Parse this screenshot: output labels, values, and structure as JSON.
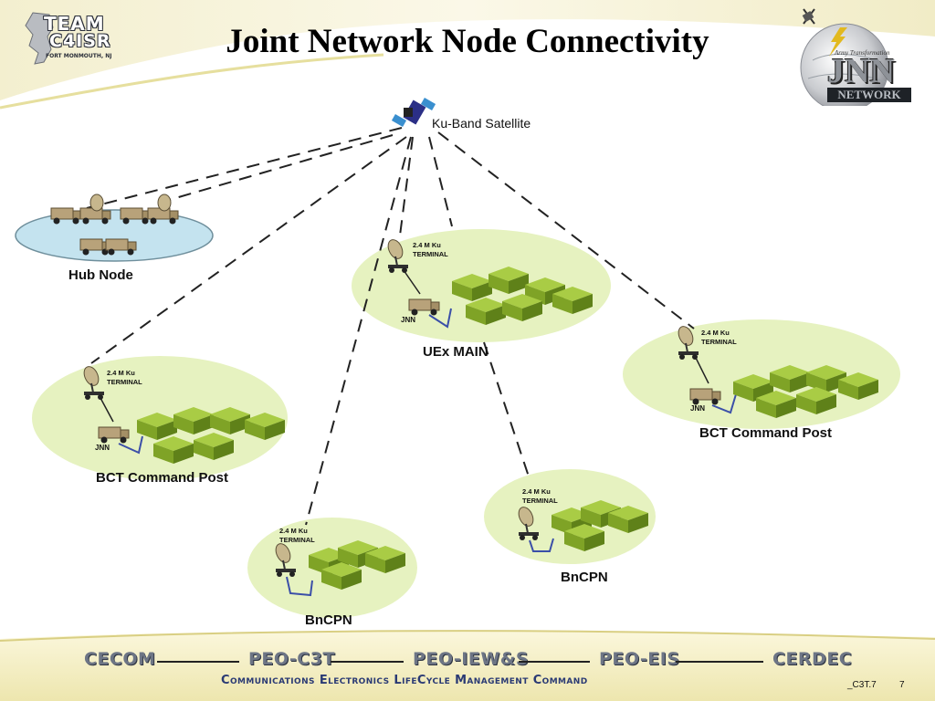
{
  "slide": {
    "title": "Joint Network Node Connectivity"
  },
  "logo_left": {
    "line1": "TEAM",
    "line2": "C4ISR",
    "line3": "FORT MONMOUTH, NJ"
  },
  "logo_right": {
    "caption": "Army Transformation",
    "brand": "JNN",
    "sub": "NETWORK"
  },
  "diagram": {
    "satellite_label": "Ku-Band Satellite",
    "hub_label": "Hub Node",
    "terminal_label_1": "2.4 M Ku",
    "terminal_label_2": "TERMINAL",
    "jnn_label": "JNN",
    "nodes": {
      "uex_main": "UEx MAIN",
      "bct_left": "BCT Command Post",
      "bct_right": "BCT Command Post",
      "bncpn_left": "BnCPN",
      "bncpn_right": "BnCPN"
    },
    "colors": {
      "node_fill": "#e6f2c0",
      "hub_fill": "#c4e3ef",
      "tent_green": "#7fa326",
      "cable_blue": "#3b4fa8",
      "link_dash": "#222222"
    }
  },
  "footer": {
    "orgs": [
      "CECOM",
      "PEO-C3T",
      "PEO-IEW&S",
      "PEO-EIS",
      "CERDEC"
    ],
    "subtitle": "Communications Electronics LifeCycle Management Command",
    "slide_code": "_C3T.7",
    "page_number": "7"
  }
}
